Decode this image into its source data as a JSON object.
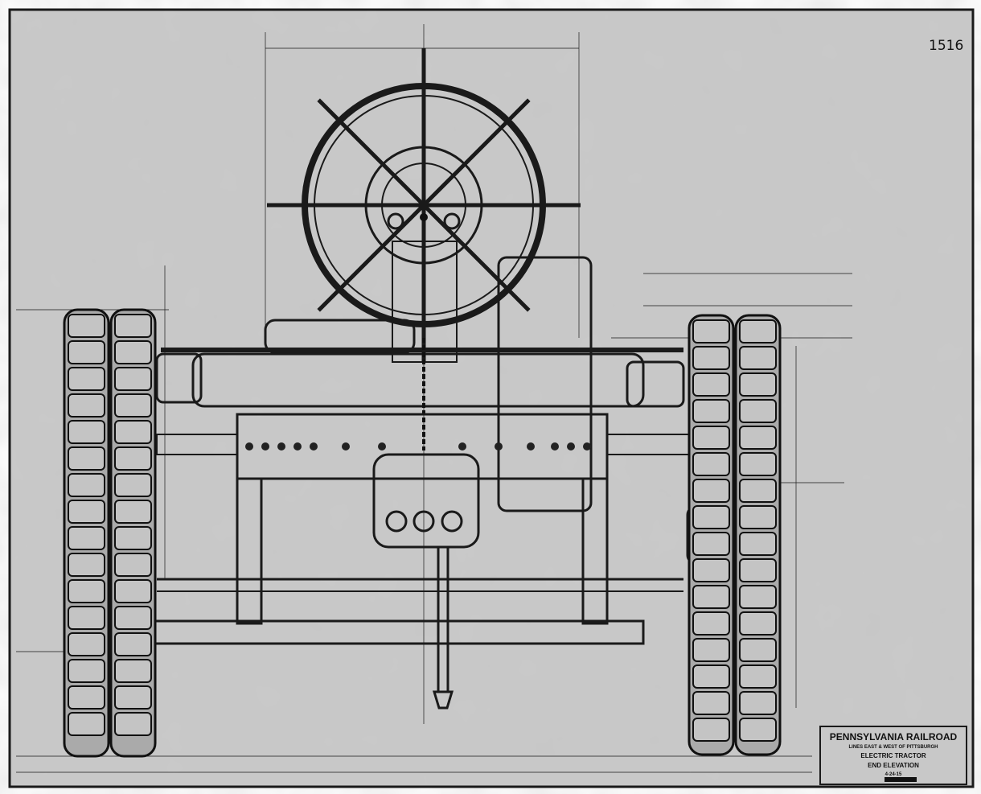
{
  "drawing": {
    "sheet_number": "1516",
    "title_block": {
      "company": "PENNSYLVANIA RAILROAD",
      "lines": "LINES EAST & WEST OF PITTSBURGH",
      "subject": "ELECTRIC TRACTOR",
      "view": "END ELEVATION",
      "date": "4-24-15"
    }
  }
}
